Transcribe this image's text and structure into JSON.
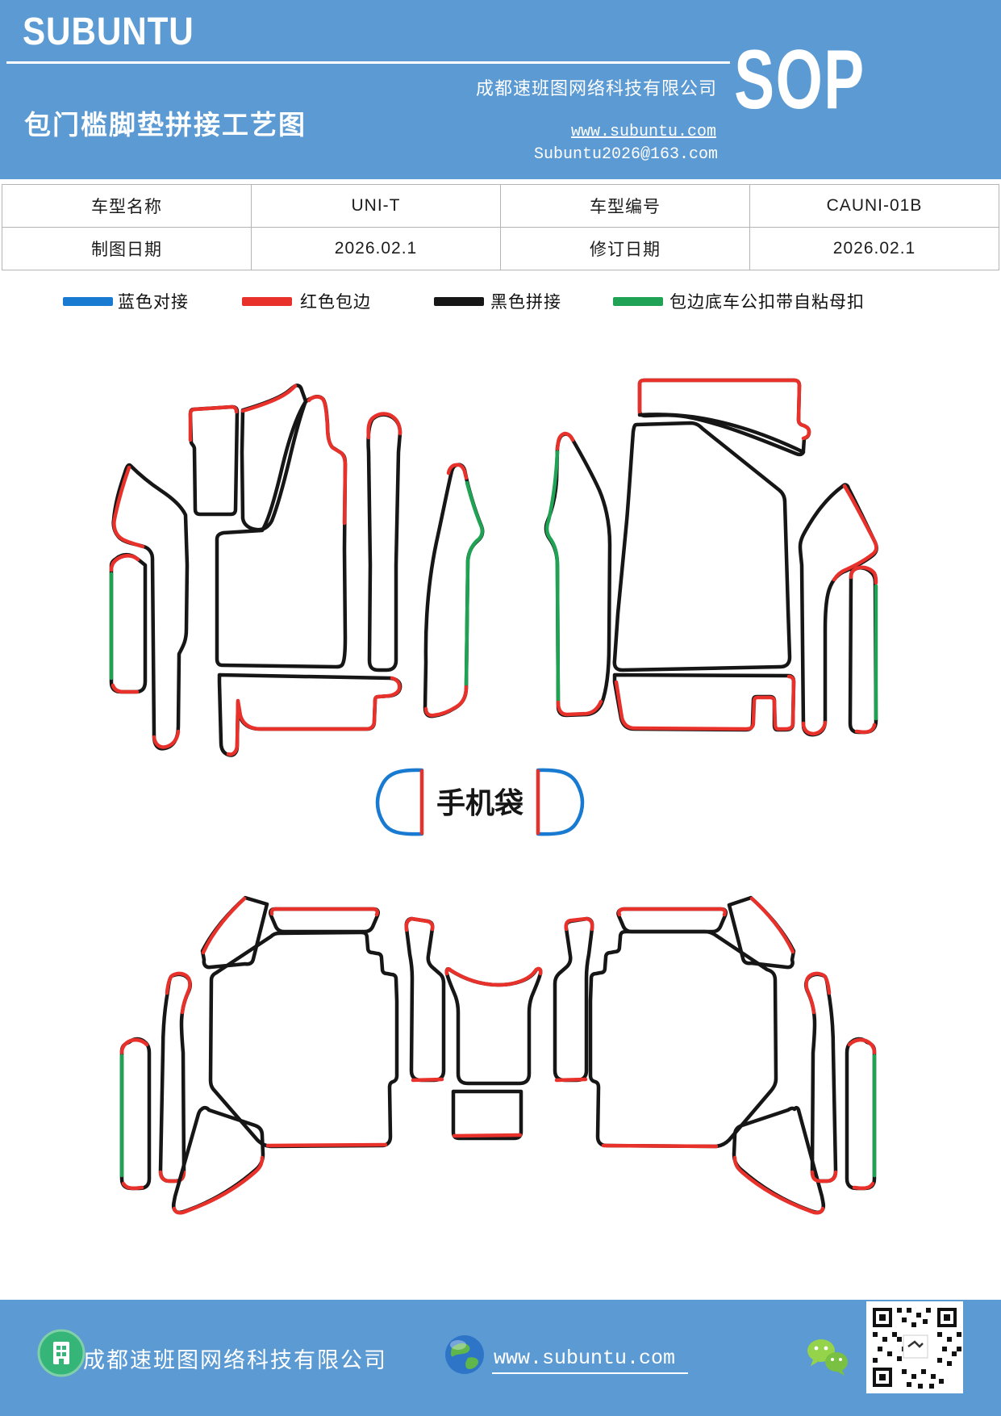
{
  "page": {
    "accent_blue": "#5b9ad2",
    "background": "#ffffff"
  },
  "header": {
    "brand": "SUBUNTU",
    "title": "包门槛脚垫拼接工艺图",
    "company": "成都速班图网络科技有限公司",
    "website": "www.subuntu.com",
    "email": "Subuntu2026@163.com",
    "sop_badge": "SOP"
  },
  "info_table": {
    "rows": [
      [
        "车型名称",
        "UNI-T",
        "车型编号",
        "CAUNI-01B"
      ],
      [
        "制图日期",
        "2026.02.1",
        "修订日期",
        "2026.02.1"
      ]
    ]
  },
  "legend": {
    "items": [
      {
        "label": "蓝色对接",
        "color": "#187ad0"
      },
      {
        "label": "红色包边",
        "color": "#e8312a"
      },
      {
        "label": "黑色拼接",
        "color": "#161616"
      },
      {
        "label": "包边底车公扣带自粘母扣",
        "color": "#1fa254"
      }
    ]
  },
  "diagram": {
    "phone_bag_label": "手机袋",
    "groups": [
      "front-left-mat-set",
      "front-right-mat-set",
      "phone-bag-pieces",
      "rear-mat-set"
    ],
    "edge_colors": {
      "blue_butt_joint": "#187ad0",
      "red_edging": "#e8312a",
      "black_splice": "#161616",
      "green_snap_edging": "#1fa254"
    }
  },
  "footer": {
    "company": "成都速班图网络科技有限公司",
    "website": "www.subuntu.com",
    "icons": {
      "building": "building-icon",
      "globe": "globe-icon",
      "wechat": "wechat-icon",
      "qr": "qr-code"
    }
  }
}
